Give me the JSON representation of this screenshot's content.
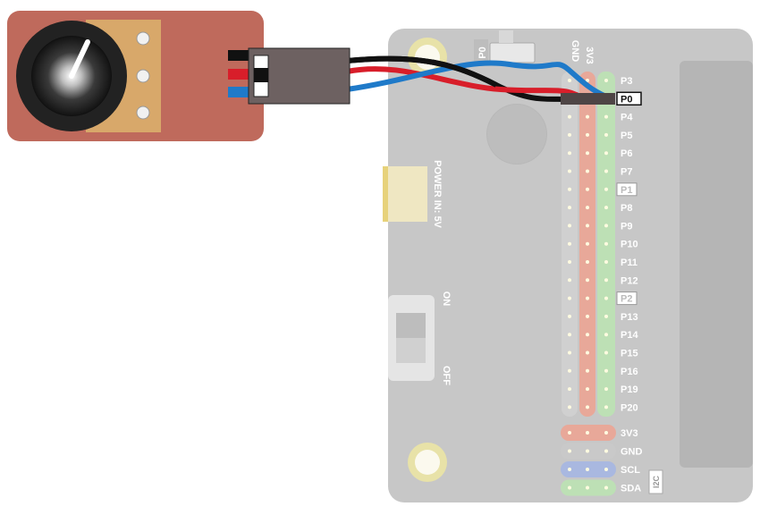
{
  "board": {
    "top_labels": {
      "p0": "P0",
      "gnd": "GND",
      "v33": "3V3"
    },
    "power_label": "POWER IN: 5V",
    "switch_on": "ON",
    "switch_off": "OFF",
    "pins": [
      "P3",
      "P0",
      "P4",
      "P5",
      "P6",
      "P7",
      "P1",
      "P8",
      "P9",
      "P10",
      "P11",
      "P12",
      "P2",
      "P13",
      "P14",
      "P15",
      "P16",
      "P19",
      "P20"
    ],
    "highlighted_pin": "P0",
    "boxed_pins": [
      "P1",
      "P2"
    ],
    "power_rows": [
      {
        "label": "3V3",
        "color": "#e8a899"
      },
      {
        "label": "GND",
        "color": "#c9c9c9"
      },
      {
        "label": "SCL",
        "color": "#a9b8e0"
      },
      {
        "label": "SDA",
        "color": "#bde0b5"
      }
    ],
    "i2c_label": "I2C"
  },
  "colors": {
    "module_body": "#bf6a5c",
    "module_plate": "#d8a86a",
    "board": "#c7c7c7",
    "wire_red": "#d81e2a",
    "wire_blue": "#1f7ac9",
    "wire_black": "#111111",
    "connector": "#6d6161",
    "pin_gnd": "#c9c9c9",
    "pin_vcc": "#e8a899",
    "pin_sig": "#bde0b5"
  }
}
